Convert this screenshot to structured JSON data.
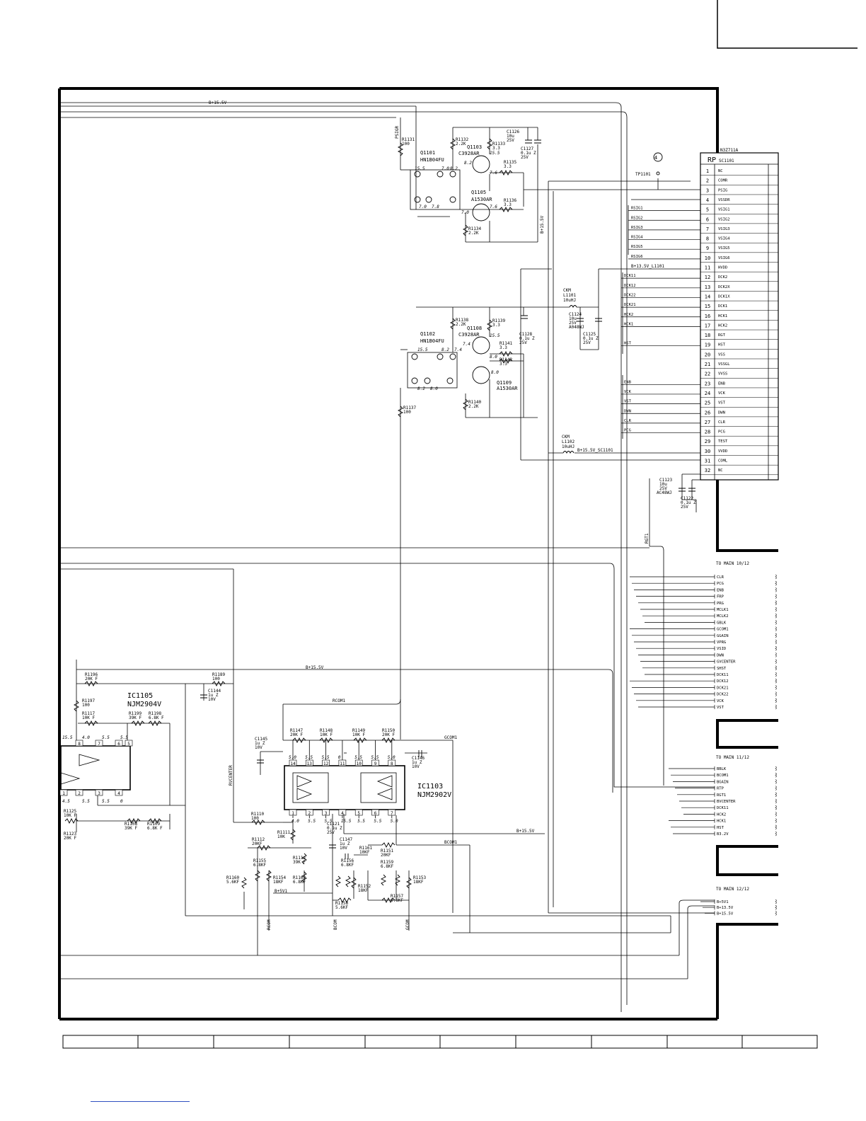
{
  "rails": {
    "top": "B+15.5V",
    "mid": "B+15.5V",
    "lower": "B+15.5V",
    "psig": "PSIGR",
    "l1101": "B+13.5V_L1101",
    "sc1101": "B+15.5V_SC1101",
    "bplus5": "B+5V1",
    "rcom1": "RCOM1",
    "gcom1": "GCOM1",
    "bcom1": "BCOM1",
    "rvcenter": "RVCENTER",
    "rcom": "RCOM",
    "bcom": "BCOM",
    "gcom": "GCOM",
    "rgt1": "RGT1"
  },
  "connector": {
    "part": "N3Z711A",
    "prefix": "RP",
    "ref": "SC1101",
    "pins": [
      {
        "num": "1",
        "name": "NC"
      },
      {
        "num": "2",
        "name": "COMR"
      },
      {
        "num": "3",
        "name": "PSIG"
      },
      {
        "num": "4",
        "name": "VSSDR"
      },
      {
        "num": "5",
        "name": "VSIG1"
      },
      {
        "num": "6",
        "name": "VSIG2"
      },
      {
        "num": "7",
        "name": "VSIG3"
      },
      {
        "num": "8",
        "name": "VSIG4"
      },
      {
        "num": "9",
        "name": "VSIG5"
      },
      {
        "num": "10",
        "name": "VSIG6"
      },
      {
        "num": "11",
        "name": "HVDD"
      },
      {
        "num": "12",
        "name": "DCK2"
      },
      {
        "num": "13",
        "name": "DCK2X"
      },
      {
        "num": "14",
        "name": "DCK1X"
      },
      {
        "num": "15",
        "name": "DCK1"
      },
      {
        "num": "16",
        "name": "HCK1"
      },
      {
        "num": "17",
        "name": "HCK2"
      },
      {
        "num": "18",
        "name": "RGT"
      },
      {
        "num": "19",
        "name": "HST"
      },
      {
        "num": "20",
        "name": "VSS"
      },
      {
        "num": "21",
        "name": "VSSGL"
      },
      {
        "num": "22",
        "name": "VVSS"
      },
      {
        "num": "23",
        "name": "ENB"
      },
      {
        "num": "24",
        "name": "VCK"
      },
      {
        "num": "25",
        "name": "VST"
      },
      {
        "num": "26",
        "name": "DWN"
      },
      {
        "num": "27",
        "name": "CLR"
      },
      {
        "num": "28",
        "name": "PCG"
      },
      {
        "num": "29",
        "name": "TEST"
      },
      {
        "num": "30",
        "name": "VVDD"
      },
      {
        "num": "31",
        "name": "COML"
      },
      {
        "num": "32",
        "name": "NC"
      }
    ]
  },
  "connector_nets": [
    "RSIG1",
    "RSIG2",
    "RSIG3",
    "RSIG4",
    "RSIG5",
    "RSIG6",
    "DCK11",
    "DCK12",
    "DCK22",
    "DCK21",
    "HCK2",
    "HCK1",
    "HST",
    "ENB",
    "VCK",
    "VST",
    "DWN",
    "CLR",
    "PCG"
  ],
  "testpoint": {
    "num": "4",
    "label": "TP1101"
  },
  "components": {
    "r1131": [
      "R1131",
      "100"
    ],
    "q1101": [
      "Q1101",
      "HN1B04FU"
    ],
    "r1132": [
      "R1132",
      "2.2K"
    ],
    "q1103": [
      "Q1103",
      "C3928AR"
    ],
    "r1133": [
      "R1133",
      "3.3"
    ],
    "c1126": [
      "C1126",
      "10u",
      "25V"
    ],
    "c1127": [
      "C1127",
      "0.1u Z",
      "25V"
    ],
    "r1135": [
      "R1135",
      "3.3"
    ],
    "q1105": [
      "Q1105",
      "A1530AR"
    ],
    "r1136": [
      "R1136",
      "3.3"
    ],
    "r1134": [
      "R1134",
      "2.2K"
    ],
    "q1102": [
      "Q1102",
      "HN1B04FU"
    ],
    "r1138": [
      "R1138",
      "2.2K"
    ],
    "q1108": [
      "Q1108",
      "C3928AR"
    ],
    "r1139": [
      "R1139",
      "3.3"
    ],
    "c1128": [
      "C1128",
      "0.1u Z",
      "25V"
    ],
    "r1141": [
      "R1141",
      "3.3"
    ],
    "r1142": [
      "R1142",
      "3.3"
    ],
    "q1109": [
      "Q1109",
      "A1530AR"
    ],
    "r1140": [
      "R1140",
      "2.2K"
    ],
    "r1137": [
      "R1137",
      "100"
    ],
    "l1101": [
      "CKM",
      "L1101",
      "10uHJ"
    ],
    "c1124": [
      "C1124",
      "10u",
      "25V",
      "A048WJ"
    ],
    "c1125": [
      "C1125",
      "0.1u Z",
      "25V"
    ],
    "l1102": [
      "CKM",
      "L1102",
      "10uHJ"
    ],
    "c1123": [
      "C1123",
      "10u",
      "25V",
      "AC48WJ"
    ],
    "c1122": [
      "C1122",
      "0.1u Z",
      "25V"
    ],
    "r1196": [
      "R1196",
      "20K F"
    ],
    "r1197": [
      "R1197",
      "100"
    ],
    "r1117": [
      "R1117",
      "10K F"
    ],
    "r1199": [
      "R1199",
      "39K F"
    ],
    "r1198": [
      "R1198",
      "6.8K F"
    ],
    "r1189": [
      "R1189",
      "100"
    ],
    "c1144": [
      "C1144",
      "1u Z",
      "10V"
    ],
    "ic1105": [
      "IC1105",
      "NJM2904V"
    ],
    "r1125": [
      "R1125",
      "10K F"
    ],
    "r1123": [
      "R1123",
      "20K F"
    ],
    "r1108": [
      "R1108",
      "39K F"
    ],
    "r1109": [
      "R1109",
      "6.8K F"
    ],
    "c1145": [
      "C1145",
      "1u Z",
      "10V"
    ],
    "r1147": [
      "R1147",
      "20K F"
    ],
    "r1148": [
      "R1148",
      "10K F"
    ],
    "r1149": [
      "R1149",
      "10K F"
    ],
    "r1150": [
      "R1150",
      "20K F"
    ],
    "c1146": [
      "C1146",
      "1u Z",
      "10V"
    ],
    "ic1103": [
      "IC1103",
      "NJM2902V"
    ],
    "r1110": [
      "R1110",
      "100"
    ],
    "r1111": [
      "R1111",
      "10K"
    ],
    "c1121": [
      "C1121",
      "0.1u Z",
      "25V"
    ],
    "c1147": [
      "C1147",
      "1u Z",
      "10V"
    ],
    "r1161": [
      "R1161",
      "10KF"
    ],
    "r1151": [
      "R1151",
      "20KF"
    ],
    "r1112": [
      "R1112",
      "20KF"
    ],
    "r1114": [
      "R1114",
      "39K F"
    ],
    "r1155": [
      "R1155",
      "6.8KF"
    ],
    "r1156": [
      "R1156",
      "6.8KF"
    ],
    "r1159": [
      "R1159",
      "6.8KF"
    ],
    "r1160": [
      "R1160",
      "5.6KF"
    ],
    "r1154": [
      "R1154",
      "18KF"
    ],
    "r1162": [
      "R1162",
      "6.8KF"
    ],
    "r1152": [
      "R1152",
      "18KF"
    ],
    "r1153": [
      "R1153",
      "18KF"
    ],
    "r1157": [
      "R1157",
      "6.8KF"
    ],
    "r1158": [
      "R1158",
      "5.6KF"
    ]
  },
  "voltages": {
    "q1101_top": [
      "15.5",
      "7.0",
      "8.2"
    ],
    "q1101_bot": [
      "7.0",
      "7.8"
    ],
    "q1103": [
      "8.2",
      "15.5",
      "7.6"
    ],
    "q1105": [
      "7.0",
      "7.6"
    ],
    "q1102_top": [
      "15.5",
      "8.2",
      "7.4"
    ],
    "q1102_bot": [
      "8.2",
      "8.0"
    ],
    "q1108": [
      "7.4",
      "15.5",
      "8.0"
    ],
    "q1109": [
      "8.0"
    ],
    "ic1105_top": [
      "15.5",
      "4.0",
      "5.5",
      "5.5"
    ],
    "ic1105_bot": [
      "4.5",
      "5.5",
      "5.5",
      "0"
    ],
    "ic1103_top": [
      "5.0",
      "5.5",
      "5.5",
      "0",
      "5.5",
      "5.5",
      "5.0"
    ],
    "ic1103_bot": [
      "4.0",
      "5.5",
      "5.5",
      "15.5",
      "5.5",
      "5.5",
      "5.0"
    ]
  },
  "ic_pins": {
    "ic1105_top": [
      "8",
      "7",
      "6",
      "5"
    ],
    "ic1105_bot": [
      "1",
      "2",
      "3",
      "4"
    ],
    "ic1103_top": [
      "14",
      "13",
      "12",
      "11",
      "10",
      "9",
      "8"
    ],
    "ic1103_bot": [
      "1",
      "2",
      "3",
      "4",
      "5",
      "6",
      "7"
    ]
  },
  "to_main_10": {
    "title": "TO MAIN 10/12",
    "signals": [
      "CLR",
      "PCG",
      "ENB",
      "FRP",
      "PRG",
      "MCLK1",
      "MCLK2",
      "GBLK",
      "GCOM1",
      "GGAIN",
      "VPRG",
      "VSID",
      "DWN",
      "GVCENTER",
      "SHST",
      "DCK11",
      "DCK12",
      "DCK21",
      "DCK22",
      "VCK",
      "VST"
    ]
  },
  "to_main_11": {
    "title": "TO MAIN 11/12",
    "signals": [
      "BBLK",
      "BCOM1",
      "BGAIN",
      "RTP",
      "RGT1",
      "BVCENTER",
      "DCK11",
      "HCK2",
      "HCK1",
      "HST",
      "B3.2V"
    ]
  },
  "to_main_12": {
    "title": "TO MAIN 12/12",
    "signals": [
      "B+5V1",
      "B+13.5V",
      "B+15.5V"
    ]
  }
}
